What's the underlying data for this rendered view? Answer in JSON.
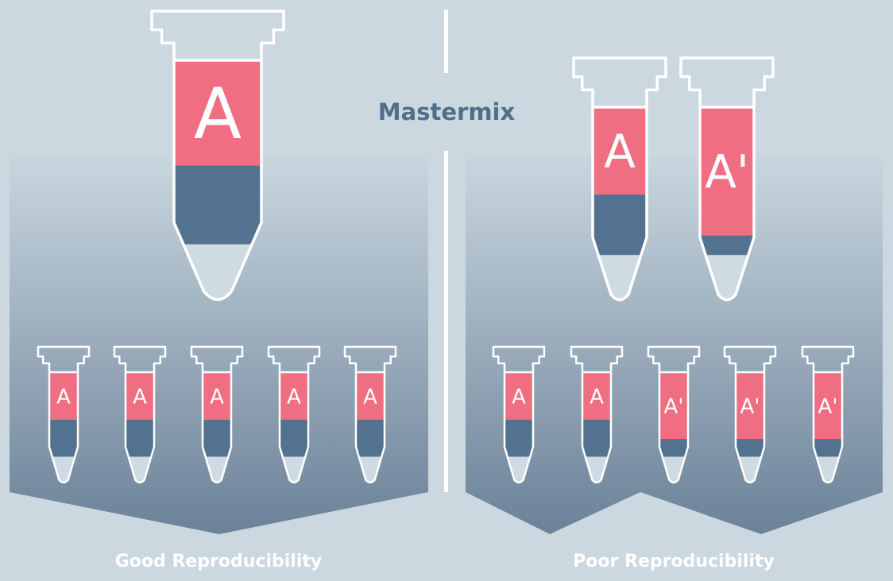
{
  "diagram": {
    "center_label": "Mastermix",
    "left_caption": "Good Reproducibility",
    "right_caption": "Poor Reproducibility",
    "left_panel": {
      "master_tube": {
        "label": "A",
        "fill_top": 0.29,
        "fill_mid": 0.45,
        "fill_bottom": 0.26
      },
      "small_tubes": [
        {
          "label": "A",
          "ratio": 0.5
        },
        {
          "label": "A",
          "ratio": 0.5
        },
        {
          "label": "A",
          "ratio": 0.5
        },
        {
          "label": "A",
          "ratio": 0.5
        },
        {
          "label": "A",
          "ratio": 0.5
        }
      ]
    },
    "right_panel": {
      "master_tubes": [
        {
          "label": "A",
          "ratio": 0.5
        },
        {
          "label": "A'",
          "ratio": 0.8
        }
      ],
      "small_tubes": [
        {
          "label": "A",
          "ratio": 0.5
        },
        {
          "label": "A",
          "ratio": 0.5
        },
        {
          "label": "A'",
          "ratio": 0.8
        },
        {
          "label": "A'",
          "ratio": 0.8
        },
        {
          "label": "A'",
          "ratio": 0.8
        }
      ]
    }
  },
  "colors": {
    "background": "#cbd8e0",
    "panel_top": "#c7d4dc",
    "panel_bottom": "#6d849a",
    "label_band": "#f06e82",
    "dark_band": "#52728f",
    "light_band": "#cfdbe3",
    "title_text": "#4f6f8a",
    "divider": "#ffffff",
    "tube_outline": "#ffffff"
  }
}
